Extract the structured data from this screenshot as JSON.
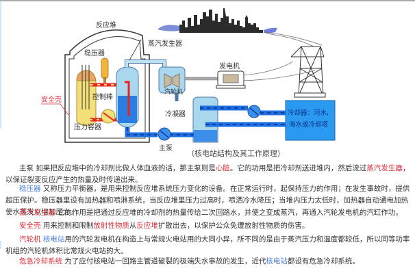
{
  "diagram": {
    "labels": {
      "reactor": "反应堆",
      "pressurizer": "稳压器",
      "steam_generator": "蒸汽发生器",
      "containment": "安全壳",
      "control_rod": "控制棒",
      "pressure_vessel": "压力容器",
      "turbine": "汽轮机",
      "generator": "发电机",
      "condenser": "冷凝器",
      "main_pump": "主泵",
      "cooler_line1": "冷却器：河水,",
      "cooler_line2": "海水或冷却塔"
    },
    "caption": "（核电站结构及其工作原理）",
    "colors": {
      "primary_loop": "#e8231f",
      "secondary_loop": "#1f6fe0",
      "water_light": "#a9d7ee",
      "cooler_box": "#2a9af0",
      "containment_label": "#e0313b"
    }
  },
  "paragraphs": [
    {
      "term": "主泵",
      "segments": [
        {
          "text": " 如果把反应堆中的冷却剂比做人体血液的话，那主泵则是",
          "style": "plain"
        },
        {
          "text": "心脏",
          "style": "red"
        },
        {
          "text": "。它的功用是把冷却剂送进堆内，然后流过",
          "style": "plain"
        },
        {
          "text": "蒸汽发生器",
          "style": "red"
        },
        {
          "text": "，以保证裂变反应产生的热量及时传递出来。",
          "style": "plain"
        }
      ]
    },
    {
      "term": "稳压器",
      "segments": [
        {
          "text": " 又称压力平衡器，是用来控制反应堆系统压力变化的设备。在正常运行时，起保持压力的作用；在发生事故时，提供超压保护。稳压器里设有加热器和喷淋系统，当反应堆里压力过高时，喷洒冷水降压；当堆内压力太低时，加热器自动通电加热使水蒸发以增加压力。",
          "style": "plain"
        }
      ]
    },
    {
      "term": "蒸汽发生器",
      "segments": [
        {
          "text": " 它的作用是把通过反应堆的冷却剂的热量传给二次回路水，并使之变成蒸汽，再通入汽轮发电机的汽缸作功。",
          "style": "plain"
        }
      ]
    },
    {
      "term": "安全壳",
      "segments": [
        {
          "text": " 用来控制和限制",
          "style": "plain"
        },
        {
          "text": "放射性物质",
          "style": "red"
        },
        {
          "text": "从",
          "style": "plain"
        },
        {
          "text": "反应堆",
          "style": "red"
        },
        {
          "text": "扩散出去，以保护公众免遭放射性物质的伤害。",
          "style": "plain"
        }
      ]
    },
    {
      "term": "汽轮机",
      "segments": [
        {
          "text": " ",
          "style": "plain"
        },
        {
          "text": "核电站",
          "style": "blue"
        },
        {
          "text": "用的汽轮发电机在构造上与常规火电站用的大同小异，所不同的是由于蒸汽压力和温度都较低，所以同等功率机组的汽轮机体积比常规火电站的大。",
          "style": "plain"
        }
      ]
    },
    {
      "term": "危急冷却系统",
      "segments": [
        {
          "text": " 为了应付核电站一回路主管道破裂的极端失水事故的发生，近代",
          "style": "plain"
        },
        {
          "text": "核电站",
          "style": "blue"
        },
        {
          "text": "都设有危急冷却系统。",
          "style": "plain"
        }
      ]
    }
  ]
}
